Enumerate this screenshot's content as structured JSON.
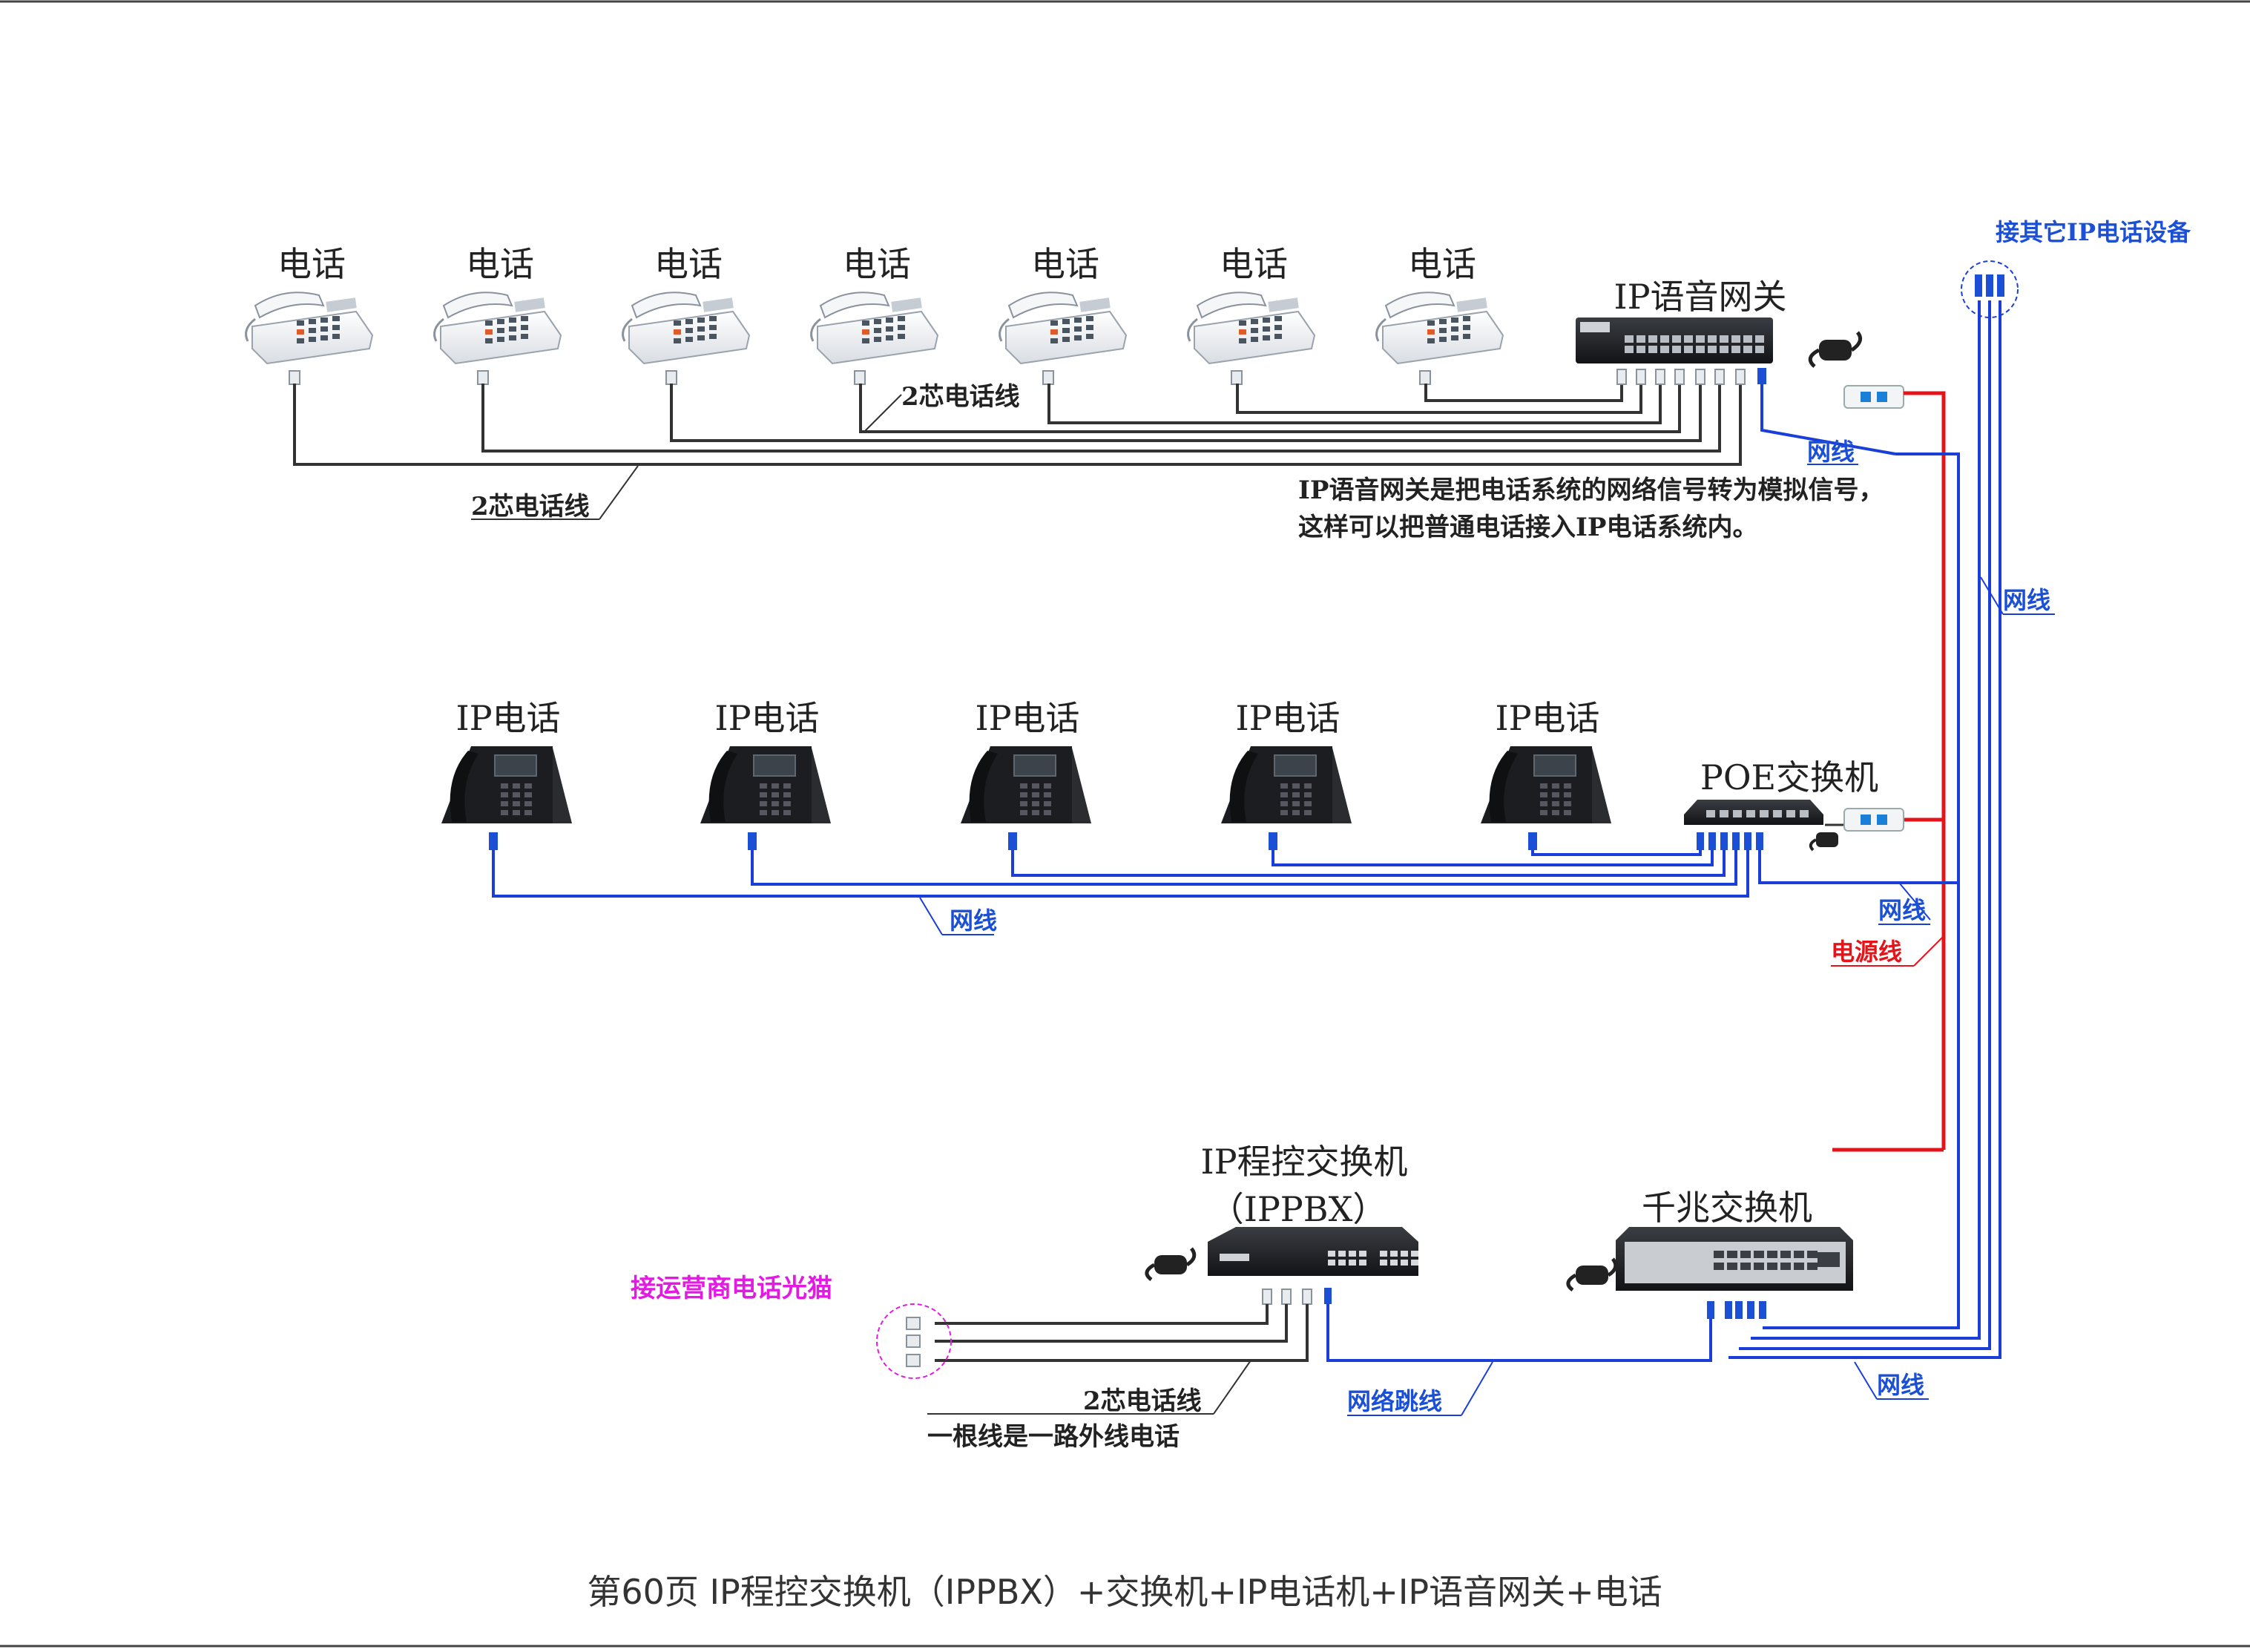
{
  "labels": {
    "phone": "电话",
    "ip_phone": "IP电话",
    "ip_gateway": "IP语音网关",
    "poe_switch": "POE交换机",
    "ippbx_line1": "IP程控交换机",
    "ippbx_line2": "（IPPBX）",
    "gigabit_switch": "千兆交换机",
    "other_ip_devices": "接其它IP电话设备",
    "isp_modem": "接运营商电话光猫"
  },
  "cables": {
    "phone_line": "2芯电话线",
    "network_line": "网线",
    "power_line": "电源线",
    "patch_line": "网络跳线",
    "outside_line_note": "一根线是一路外线电话"
  },
  "notes": {
    "gateway_line1": "IP语音网关是把电话系统的网络信号转为模拟信号，",
    "gateway_line2": "这样可以把普通电话接入IP电话系统内。"
  },
  "footer": "第60页  IP程控交换机（IPPBX）+交换机+IP电话机+IP语音网关+电话",
  "counts": {
    "analog_phones": 7,
    "ip_phones": 5
  },
  "colors": {
    "network": "#1a3fd9",
    "power": "#e3141a",
    "phone_line": "#333333",
    "isp": "#e11be0"
  }
}
